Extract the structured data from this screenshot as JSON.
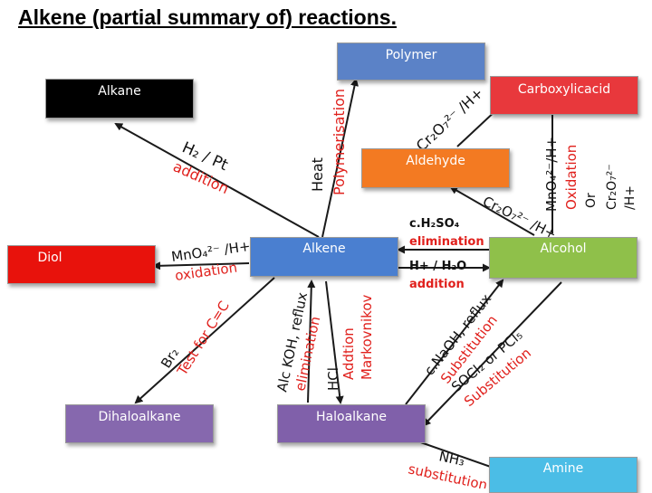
{
  "title": "Alkene (partial summary of) reactions.",
  "colors": {
    "polymer": "#5b82c7",
    "alkane": "#000000",
    "carboxylic": "#e8383c",
    "aldehyde": "#f37a22",
    "diol": "#e8120c",
    "alkene": "#4a7fd0",
    "alcohol": "#8fc04a",
    "dihaloalkane": "#8668ae",
    "haloalkane": "#8060aa",
    "amine": "#4bbde6",
    "reagent": "#111111",
    "process": "#e0201c"
  },
  "nodes": {
    "polymer": "Polymer",
    "alkane": "Alkane",
    "carboxylic": "Carboxylicacid",
    "aldehyde": "Aldehyde",
    "diol": "Diol",
    "alkene": "Alkene",
    "alcohol": "Alcohol",
    "dihaloalkane": "Dihaloalkane",
    "haloalkane": "Haloalkane",
    "amine": "Amine"
  },
  "labels": {
    "hydrogenation_reagent": "H₂ / Pt",
    "hydrogenation_type": "addition",
    "polymer_reagent": "Heat",
    "polymer_type": "Polymerisation",
    "ald_acid_reagent": "Cr₂O₇²⁻ /H+",
    "alc_acid_reagent": "MnO₄²⁻/H+",
    "alc_acid_type": "Oxidation",
    "alc_acid_or": "Or",
    "alc_acid_alt1": "Cr₂O₇²⁻",
    "alc_acid_alt2": "/H+",
    "alc_ald_reagent": "Cr₂O₇²⁻ /H+",
    "diol_reagent": "MnO₄²⁻ /H+",
    "diol_type": "oxidation",
    "elim_reagent": "c.H₂SO₄",
    "elim_type": "elimination",
    "add_reagent": "H+ / H₂O",
    "add_type": "addition",
    "br2_reagent": "Br₂",
    "br2_type": "Test for C=C",
    "koh_reagent": "Alc KOH, reflux",
    "koh_type": "elimination",
    "hcl_reagent": "HCl",
    "hcl_type1": "Addtion",
    "hcl_type2": "Markovnikov",
    "naoh_reagent": "c.NaOH, reflux",
    "naoh_type": "Substitution",
    "socl_reagent": "SOCl₂ or PCl₅",
    "socl_type": "Substitution",
    "nh3_reagent": "NH₃",
    "nh3_type": "substitution"
  }
}
